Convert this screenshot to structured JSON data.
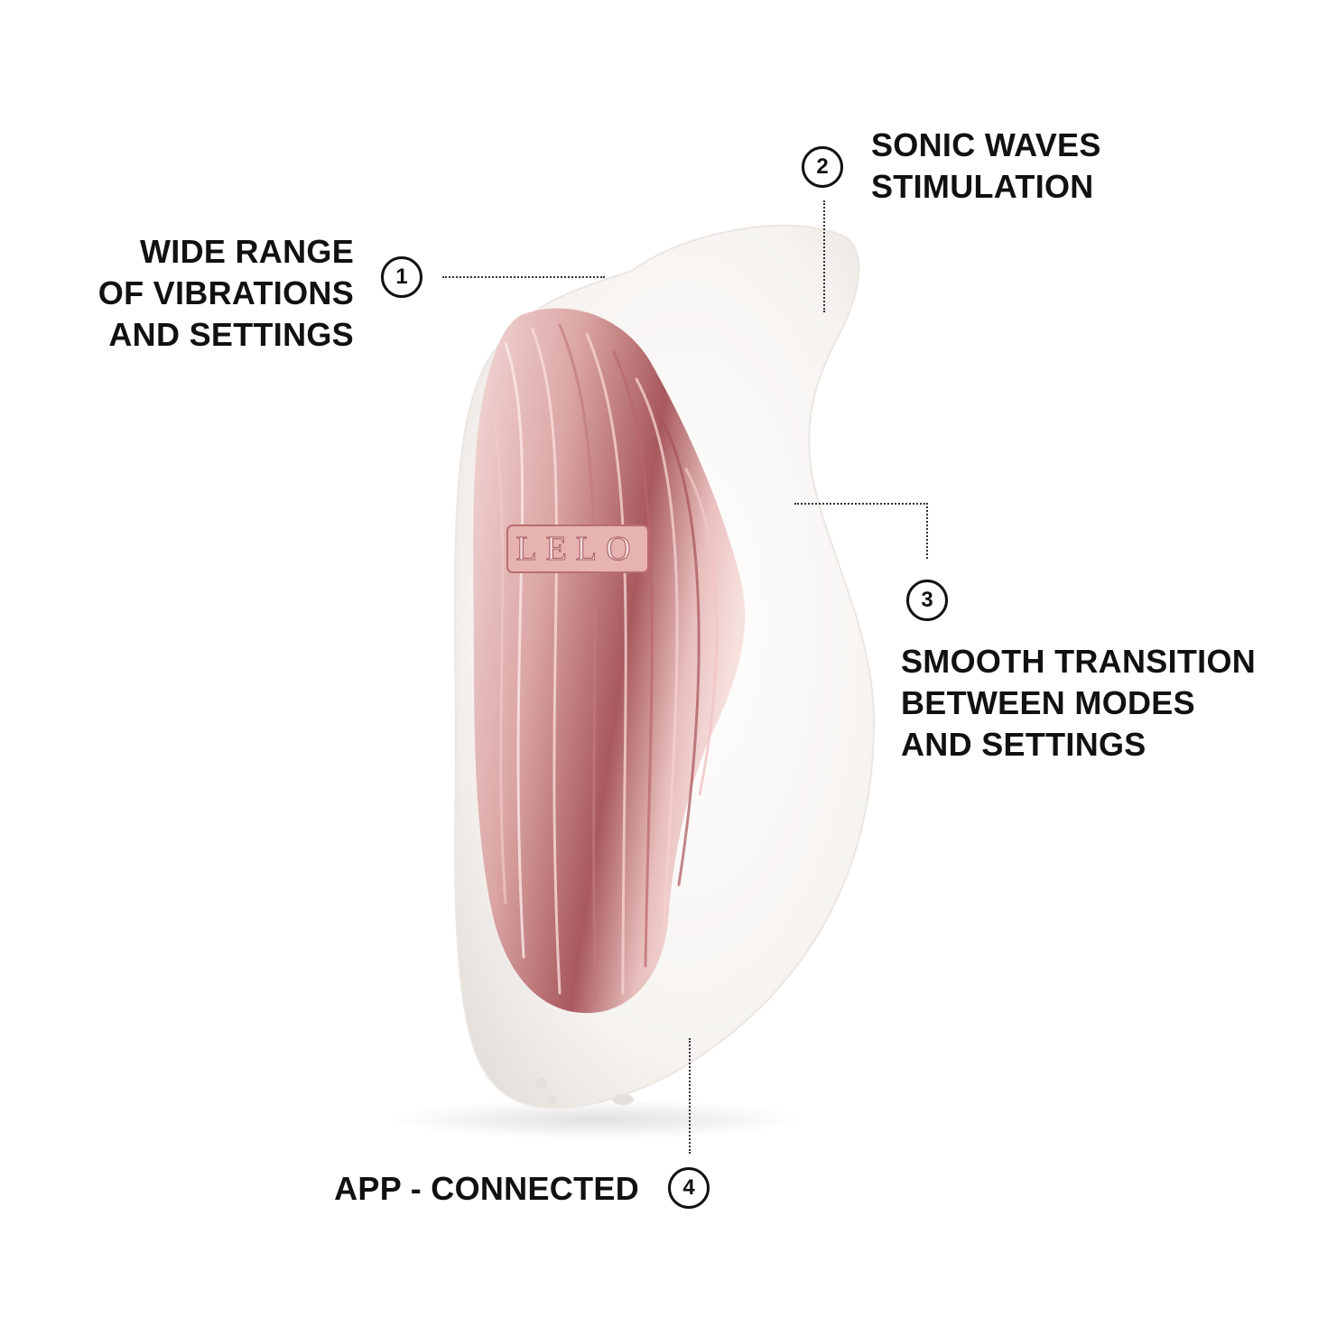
{
  "features": [
    {
      "number": "1",
      "lines": [
        "WIDE RANGE",
        "OF VIBRATIONS",
        "AND SETTINGS"
      ]
    },
    {
      "number": "2",
      "lines": [
        "SONIC WAVES",
        "STIMULATION"
      ]
    },
    {
      "number": "3",
      "lines": [
        "SMOOTH TRANSITION",
        "BETWEEN MODES",
        "AND SETTINGS"
      ]
    },
    {
      "number": "4",
      "lines": [
        "APP - CONNECTED"
      ]
    }
  ],
  "product": {
    "logo_text": "LELO",
    "body_color": "#f7f4f1",
    "accent_color": "#d9a3a2"
  }
}
